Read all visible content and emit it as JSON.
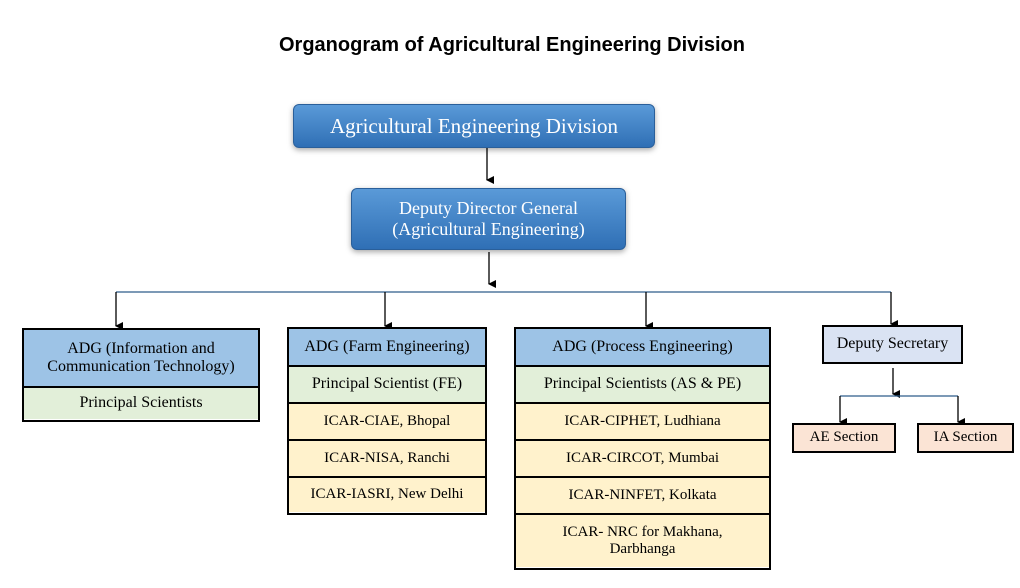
{
  "title": "Organogram of Agricultural Engineering Division",
  "root": "Agricultural Engineering Division",
  "ddg": [
    "Deputy Director General",
    "(Agricultural Engineering)"
  ],
  "adg_ict": {
    "header": [
      "ADG (Information and",
      "Communication Technology)"
    ],
    "items": [
      "Principal Scientists"
    ]
  },
  "adg_fe": {
    "header": "ADG (Farm Engineering)",
    "items": [
      "Principal Scientist (FE)",
      "ICAR-CIAE, Bhopal",
      "ICAR-NISA, Ranchi",
      "ICAR-IASRI, New Delhi"
    ]
  },
  "adg_pe": {
    "header": "ADG (Process Engineering)",
    "items": [
      "Principal Scientists (AS & PE)",
      "ICAR-CIPHET, Ludhiana",
      "ICAR-CIRCOT, Mumbai",
      "ICAR-NINFET, Kolkata"
    ],
    "last": [
      "ICAR- NRC for Makhana,",
      "Darbhanga"
    ]
  },
  "deputy_secretary": "Deputy Secretary",
  "sections": [
    "AE Section",
    "IA Section"
  ],
  "colors": {
    "blue": "#2f6fb5",
    "header": "#9dc3e6",
    "green": "#e2efd9",
    "yellow": "#fff2cc",
    "pink": "#fbe4d5",
    "ds": "#dae3f3",
    "connector": "#2e5c8a"
  }
}
